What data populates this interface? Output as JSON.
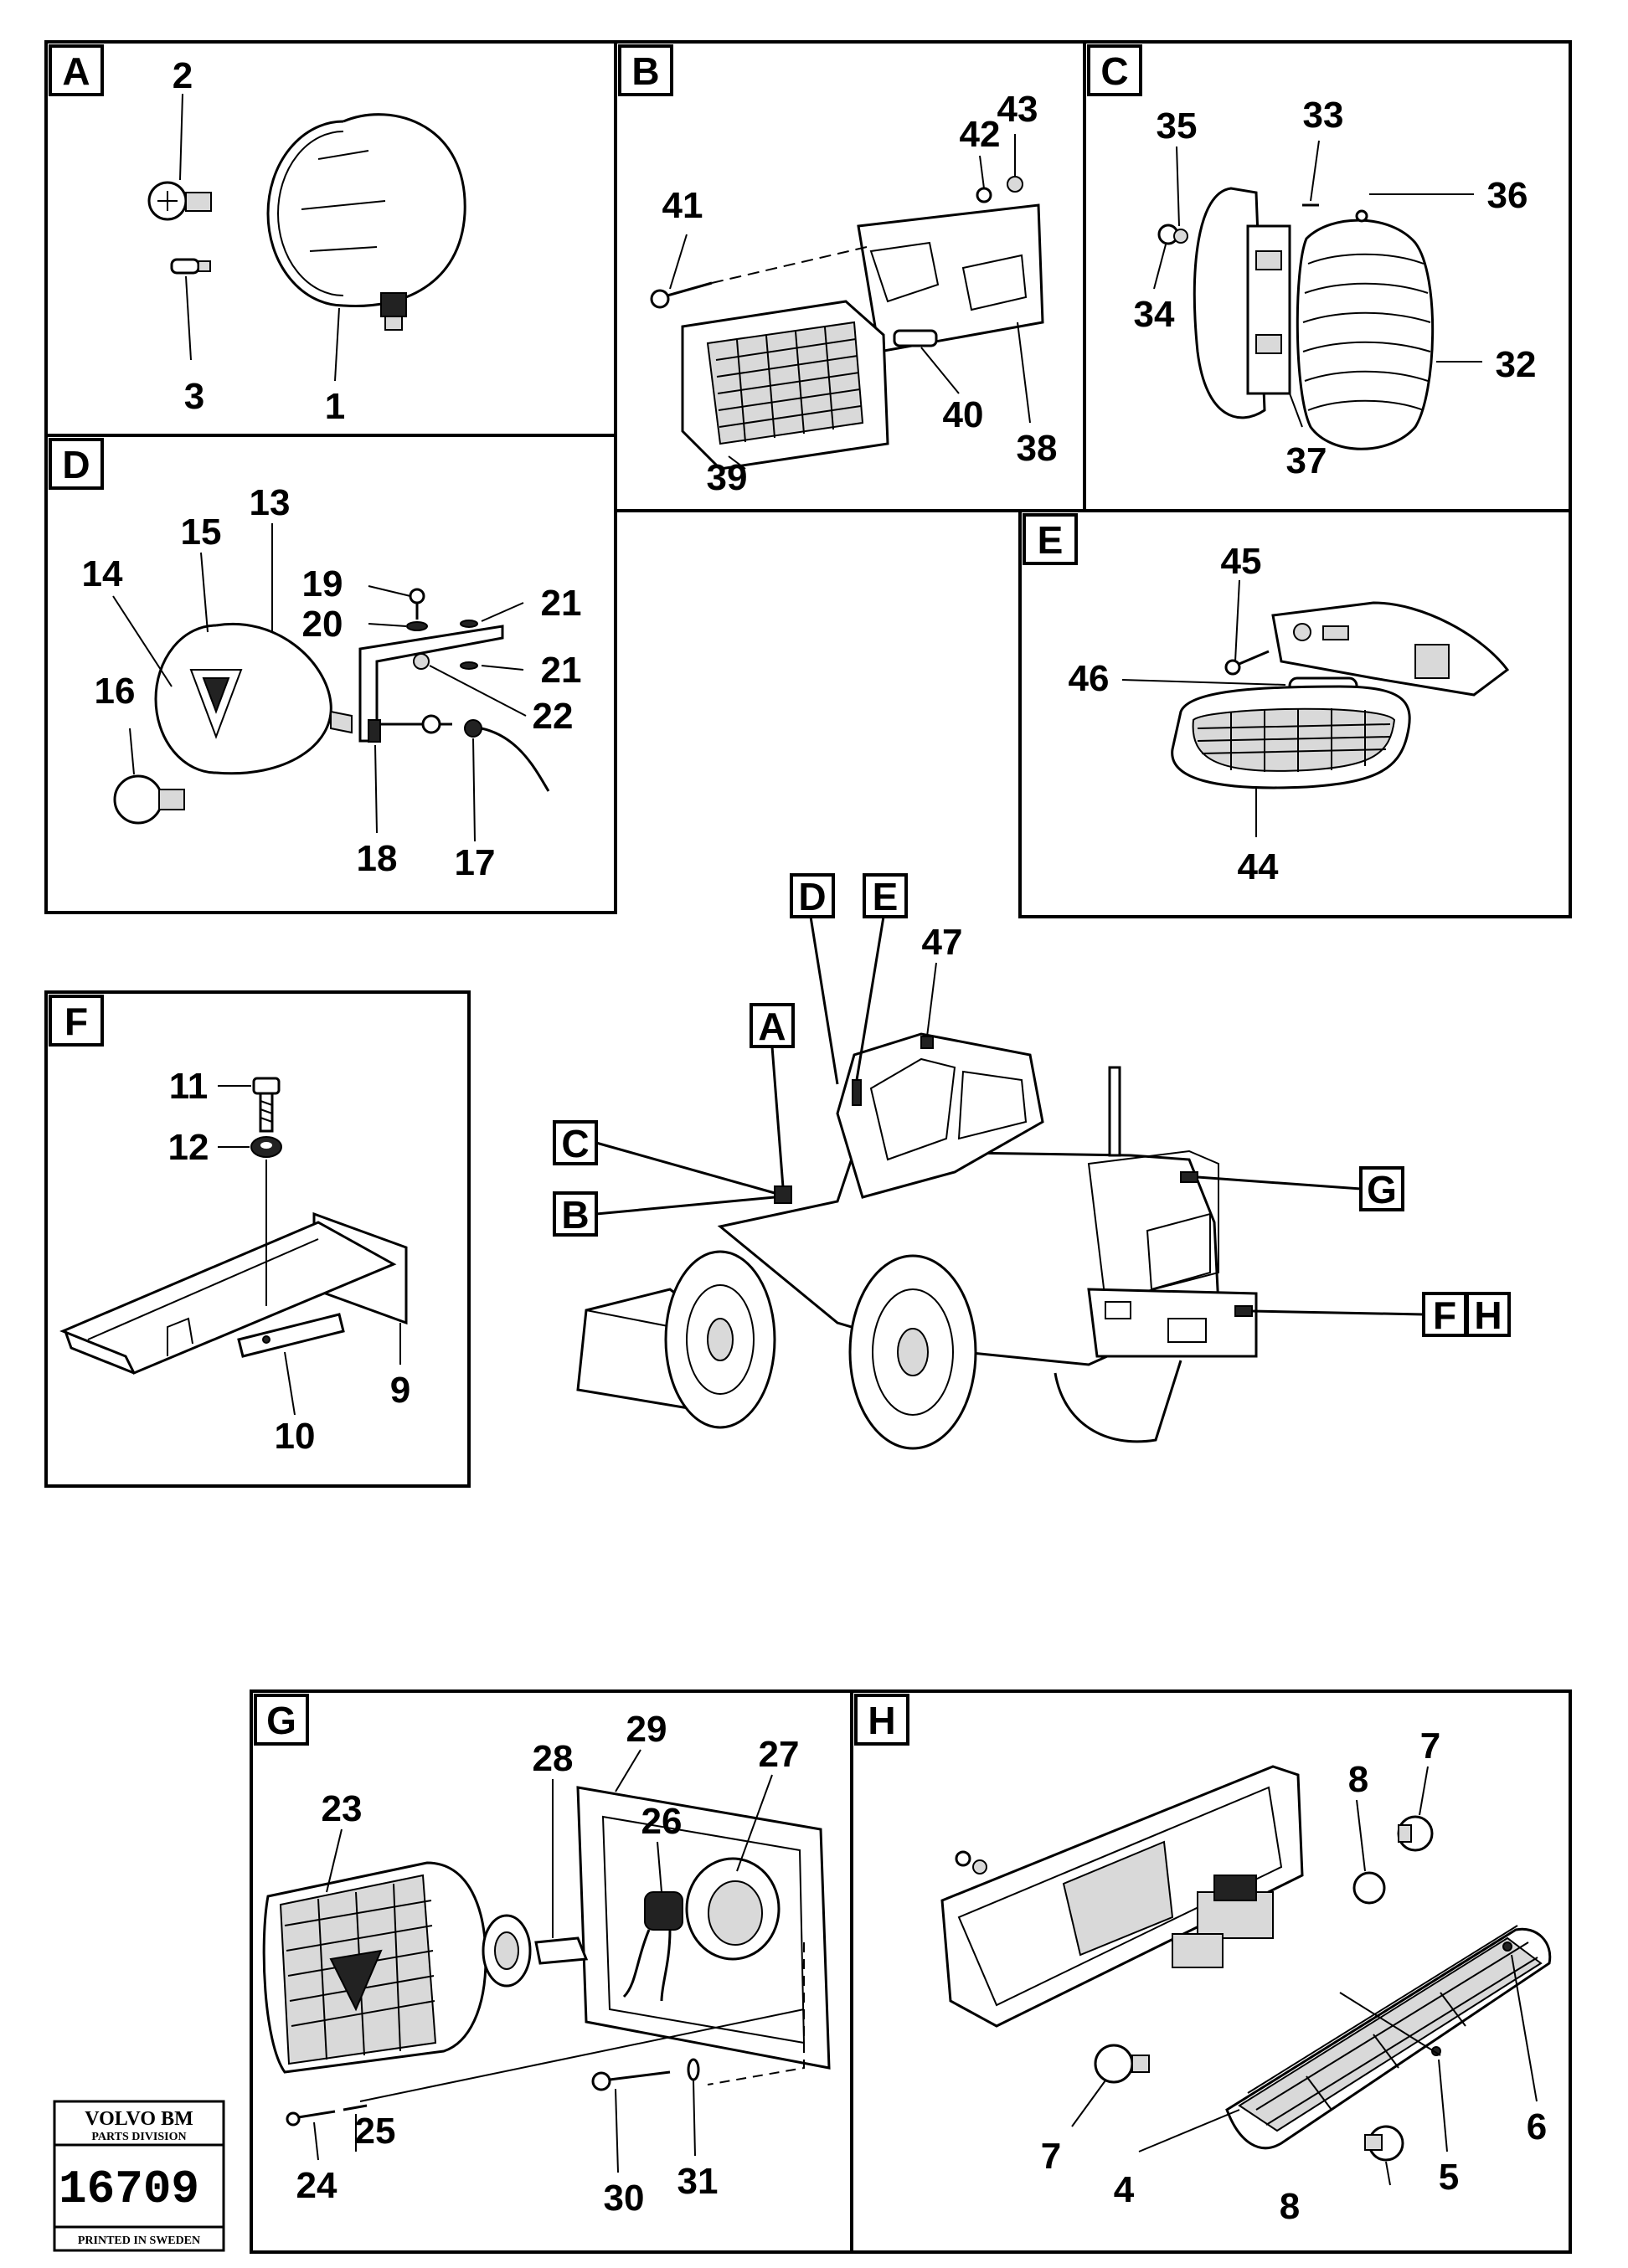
{
  "panels": [
    {
      "id": "A",
      "label": "A"
    },
    {
      "id": "B",
      "label": "B"
    },
    {
      "id": "C",
      "label": "C"
    },
    {
      "id": "D",
      "label": "D"
    },
    {
      "id": "E",
      "label": "E"
    },
    {
      "id": "F",
      "label": "F"
    },
    {
      "id": "G",
      "label": "G"
    },
    {
      "id": "H",
      "label": "H"
    }
  ],
  "callouts": {
    "A": [
      "1",
      "2",
      "3"
    ],
    "B": [
      "38",
      "39",
      "40",
      "41",
      "42",
      "43"
    ],
    "C": [
      "32",
      "33",
      "34",
      "35",
      "36",
      "37"
    ],
    "D": [
      "13",
      "14",
      "15",
      "16",
      "17",
      "18",
      "19",
      "20",
      "21",
      "21",
      "22"
    ],
    "E": [
      "44",
      "45",
      "46"
    ],
    "F": [
      "9",
      "10",
      "11",
      "12"
    ],
    "G": [
      "23",
      "24",
      "25",
      "26",
      "27",
      "28",
      "29",
      "30",
      "31"
    ],
    "H": [
      "4",
      "5",
      "6",
      "7",
      "7",
      "8",
      "8"
    ],
    "machine": [
      "47"
    ]
  },
  "machine_tags": [
    "D",
    "E",
    "A",
    "C",
    "B",
    "G",
    "F",
    "H"
  ],
  "stamp": {
    "brand": "VOLVO BM",
    "division": "PARTS DIVISION",
    "number": "16709",
    "footer": "PRINTED IN SWEDEN"
  }
}
